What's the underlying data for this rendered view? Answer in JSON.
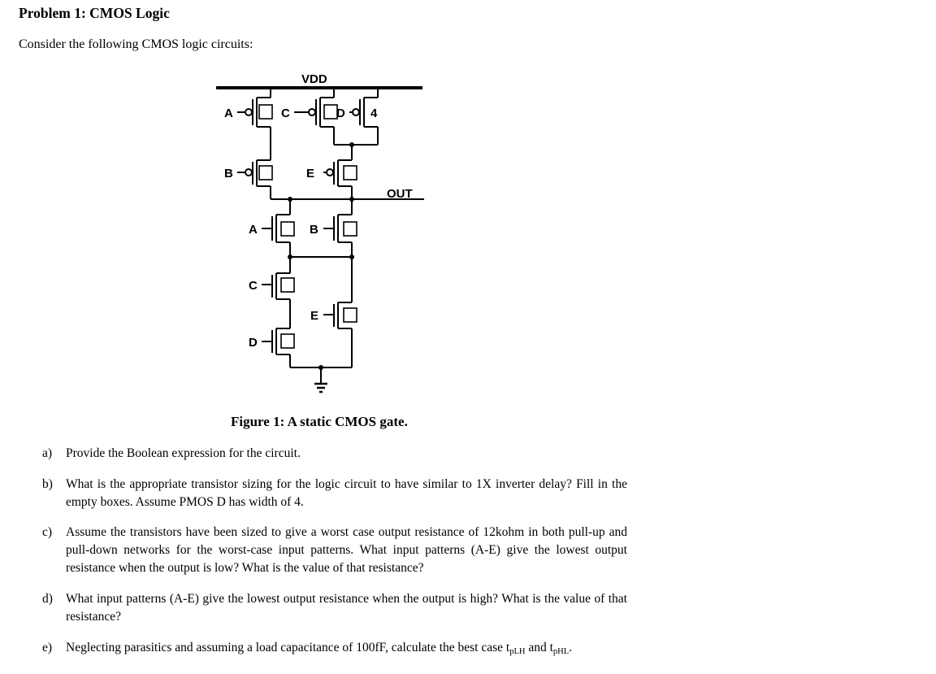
{
  "title": "Problem 1: CMOS Logic",
  "intro": "Consider the following CMOS logic circuits:",
  "circuit": {
    "supply_label": "VDD",
    "output_label": "OUT",
    "pmos_gates": [
      "A",
      "C",
      "D",
      "B",
      "E"
    ],
    "pmos_d_width": "4",
    "nmos_gates": [
      "A",
      "B",
      "C",
      "E",
      "D"
    ]
  },
  "caption": "Figure 1: A static CMOS gate.",
  "questions": [
    {
      "label": "a)",
      "text": "Provide the Boolean expression for the circuit."
    },
    {
      "label": "b)",
      "text": "What is the appropriate transistor sizing for the logic circuit to have similar to 1X inverter delay? Fill in the empty boxes. Assume PMOS D has width of 4."
    },
    {
      "label": "c)",
      "text": "Assume the transistors have been sized to give a worst case output resistance of 12kohm in both pull-up and pull-down networks for the worst-case input patterns. What input patterns (A-E) give the lowest output resistance when the output is low? What is the value of that resistance?"
    },
    {
      "label": "d)",
      "text": "What input patterns (A-E) give the lowest output resistance when the output is high? What is the value of that resistance?"
    },
    {
      "label": "e)",
      "text_before": "Neglecting parasitics and assuming a load capacitance of 100fF, calculate the best case t",
      "sub1": "pLH",
      "text_mid": " and t",
      "sub2": "pHL",
      "text_after": "."
    }
  ]
}
